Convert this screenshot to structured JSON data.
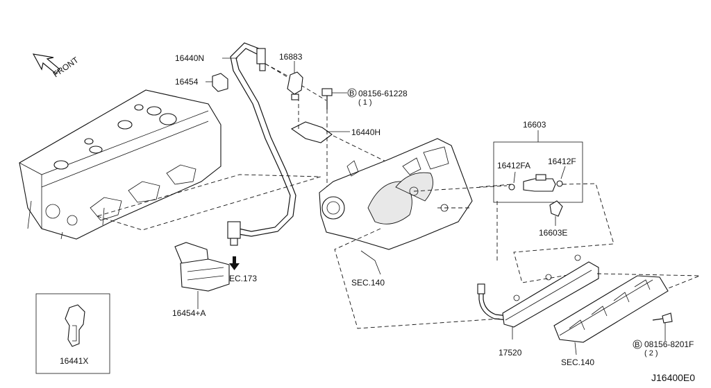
{
  "front_label": "FRONT",
  "diagram_code": "J16400E0",
  "parts": {
    "p16440N": "16440N",
    "p16454": "16454",
    "p16883": "16883",
    "p08156_61228": "08156-61228",
    "p08156_61228_qty": "( 1 )",
    "p16440H": "16440H",
    "p16603": "16603",
    "p16412FA": "16412FA",
    "p16412F": "16412F",
    "p16603E": "16603E",
    "sec173": "SEC.173",
    "sec140_a": "SEC.140",
    "p16454A": "16454+A",
    "p16441X": "16441X",
    "p17520": "17520",
    "sec140_b": "SEC.140",
    "p08156_8201F": "08156-8201F",
    "p08156_8201F_qty": "( 2 )"
  },
  "bolt_symbol": "B"
}
